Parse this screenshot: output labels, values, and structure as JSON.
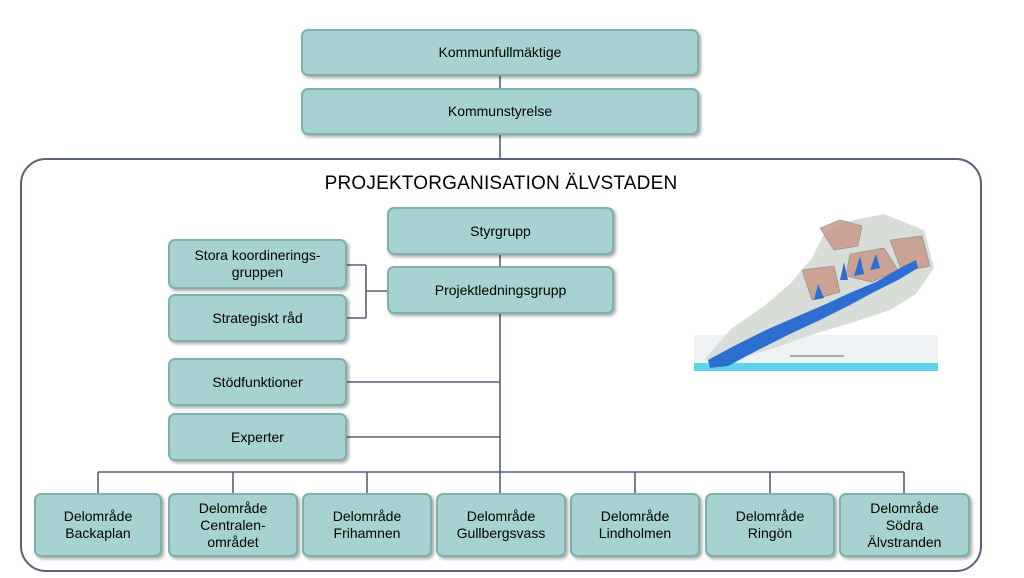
{
  "top": {
    "council": "Kommunfullmäktige",
    "board": "Kommunstyrelse"
  },
  "frame_title": "PROJEKTORGANISATION ÄLVSTADEN",
  "core": {
    "steering": "Styrgrupp",
    "management": "Projektledningsgrupp"
  },
  "left": {
    "coordination": "Stora koordinerings-\ngruppen",
    "advisory": "Strategiskt råd",
    "support": "Stödfunktioner",
    "experts": "Experter"
  },
  "districts": [
    "Delområde\nBackaplan",
    "Delområde\nCentralen-\nområdet",
    "Delområde\nFrihamnen",
    "Delområde\nGullbergsvass",
    "Delområde\nLindholmen",
    "Delområde\nRingön",
    "Delområde\nSödra\nÄlvstranden"
  ],
  "colors": {
    "box_fill": "#a6d3d1",
    "box_border": "#7fb0ae",
    "connector": "#56617a",
    "river": "#2d6fd0"
  },
  "map_icon": "city-river-map"
}
